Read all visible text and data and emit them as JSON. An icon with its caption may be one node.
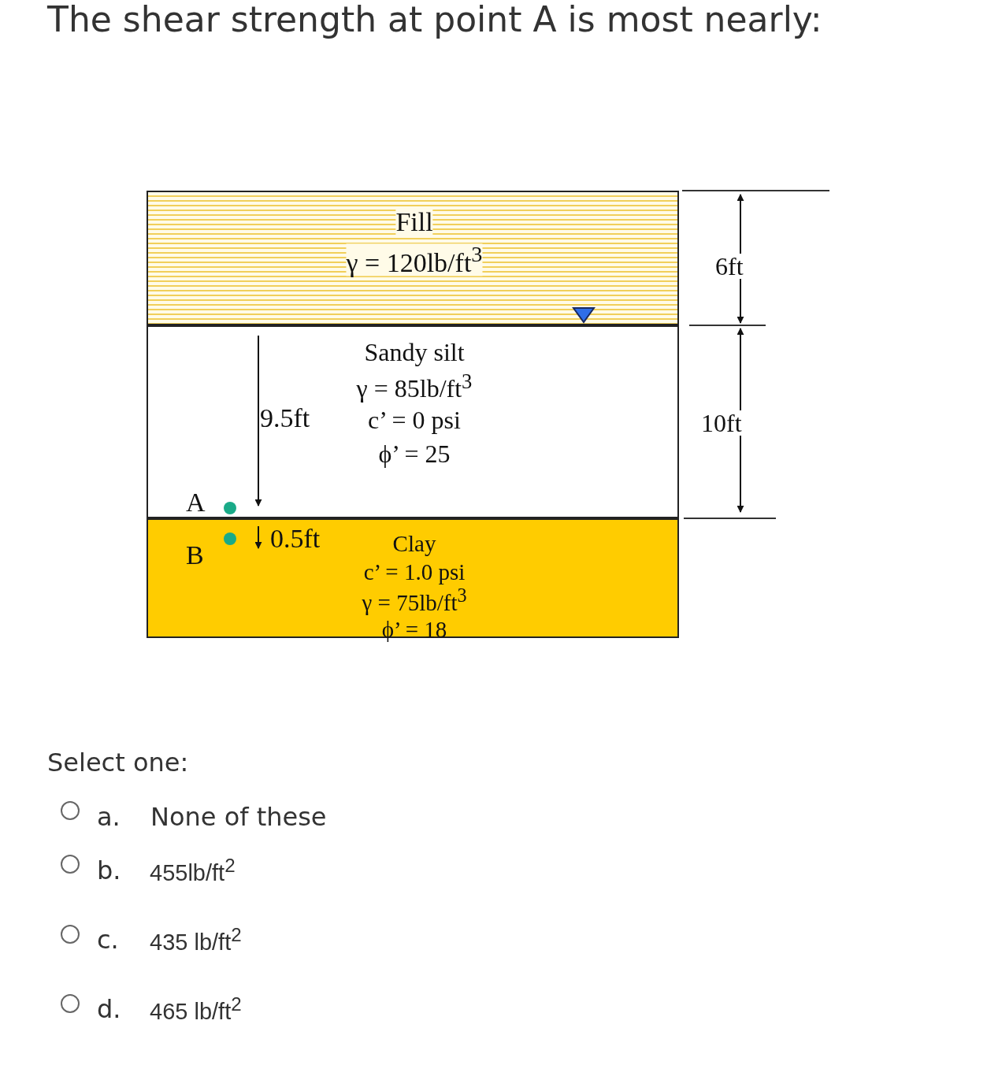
{
  "diagram": {
    "title": "The shear strength at point A is most nearly:",
    "nodes": [
      {
        "text": [
          "Fill",
          "γ = 120lb/ft$^{3}$"
        ]
      },
      {
        "text": [
          "Sandy silt",
          "γ = 85lb/ft$^{3}$",
          "c’ = 0 psi",
          "ϕ’ = 25"
        ]
      },
      {
        "text": [
          "Clay",
          "c’ = 1.0 psi",
          "γ = 75lb/ft$^{3}$",
          "ϕ’ = 18"
        ]
      },
      {
        "text": [],
        "shape": "circle",
        "beside": [
          "A"
        ],
        "in": 1
      },
      {
        "text": [],
        "shape": "circle",
        "beside": [
          "B"
        ],
        "in": 2
      }
    ],
    "labels": [
      "9.5ft",
      "0.5ft",
      "6ft",
      "10ft",
      "Select one:",
      "a.",
      "None of these",
      "b.",
      "455lb/ft$^{2}$",
      "c.",
      "435 lb/ft$^{2}$",
      "d.",
      "465 lb/ft$^{2}$"
    ]
  }
}
